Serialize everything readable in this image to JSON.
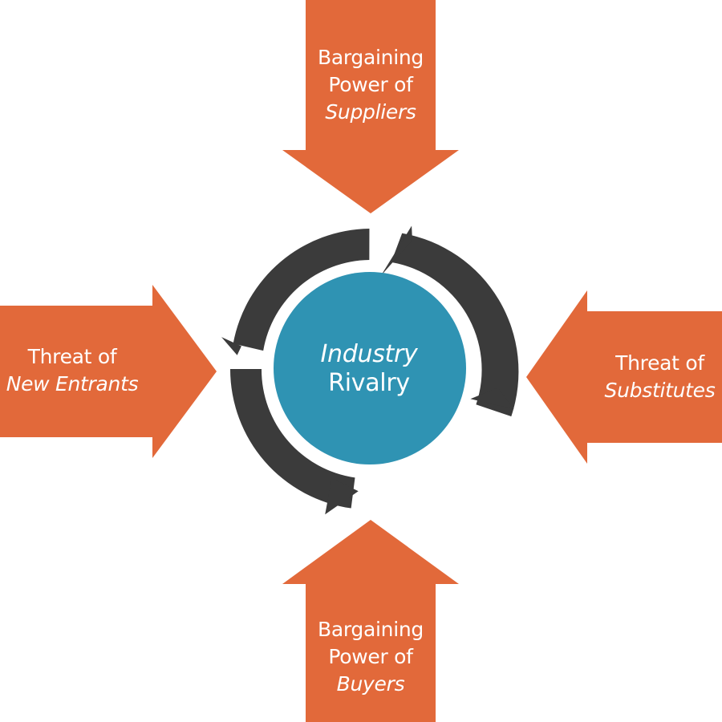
{
  "colors": {
    "arrow": "#e2693a",
    "cycle": "#3b3b3b",
    "center": "#2f93b3",
    "text": "#ffffff",
    "background": "#ffffff"
  },
  "forces": {
    "suppliers": {
      "line1": "Bargaining",
      "line2": "Power of",
      "line3": "Suppliers"
    },
    "buyers": {
      "line1": "Bargaining",
      "line2": "Power of",
      "line3": "Buyers"
    },
    "new_entrants": {
      "line1": "Threat of",
      "line2": "New Entrants"
    },
    "substitutes": {
      "line1": "Threat of",
      "line2": "Substitutes"
    }
  },
  "center": {
    "line1": "Industry",
    "line2": "Rivalry"
  }
}
